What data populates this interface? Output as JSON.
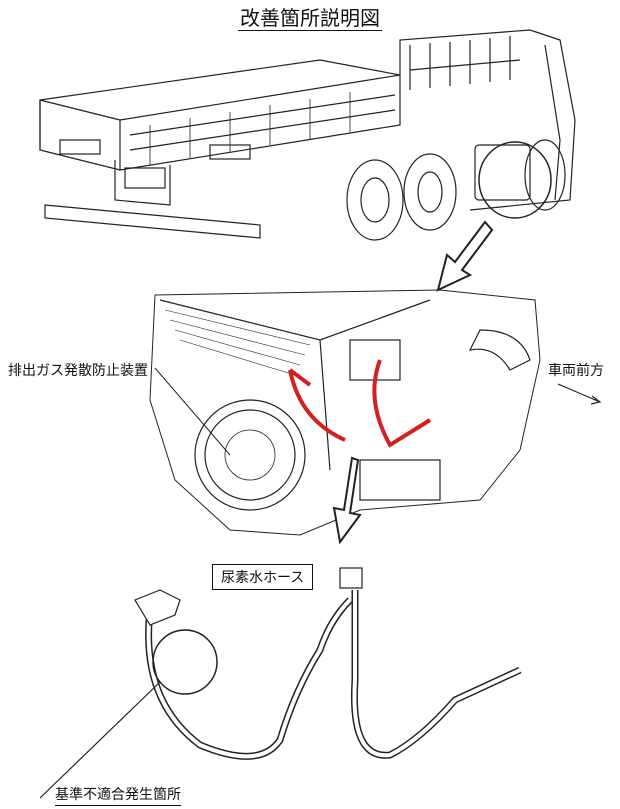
{
  "title": "改善箇所説明図",
  "labels": {
    "device": "排出ガス発散防止装置",
    "vehicle_front": "車両前方",
    "urea_hose": "尿素水ホース",
    "defect_location": "基準不適合発生箇所"
  },
  "colors": {
    "highlight": "#d42020",
    "line": "#222222"
  }
}
